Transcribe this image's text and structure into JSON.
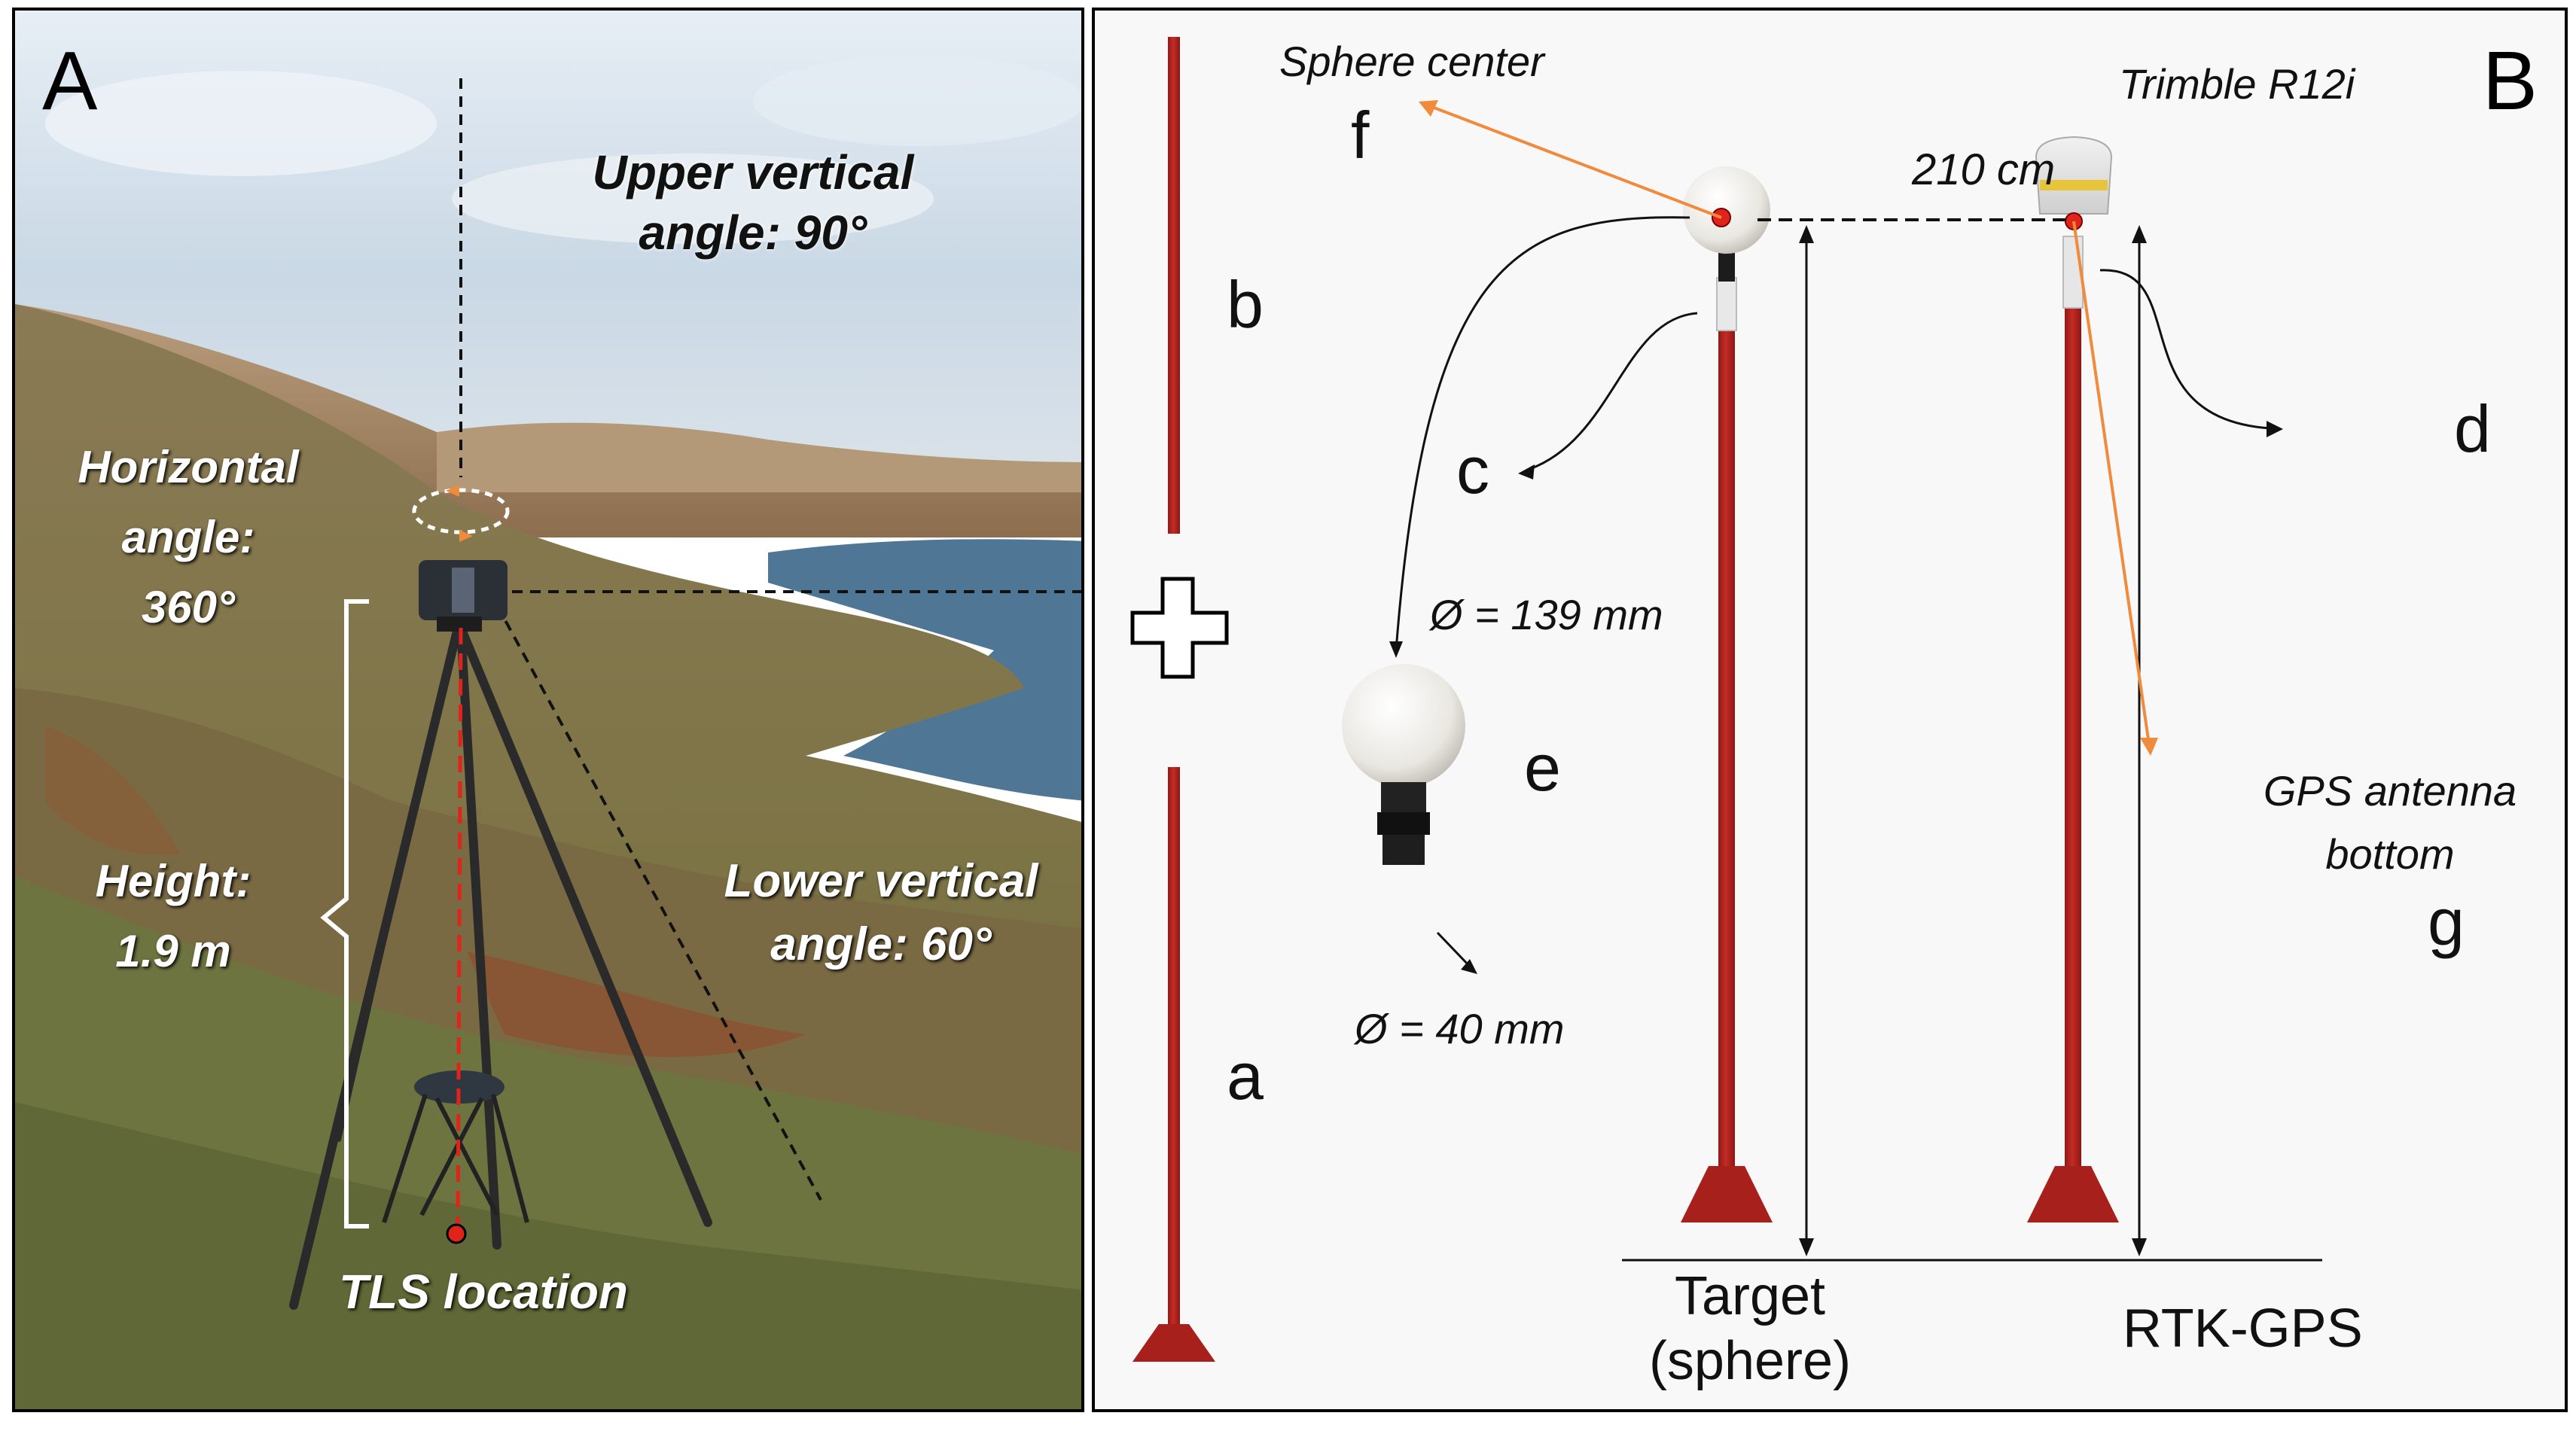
{
  "panel_a": {
    "letter": "A",
    "labels": {
      "upper_vertical_line1": "Upper vertical",
      "upper_vertical_line2": "angle: 90°",
      "horizontal_line1": "Horizontal",
      "horizontal_line2": "angle:",
      "horizontal_line3": "360°",
      "height_line1": "Height:",
      "height_line2": "1.9 m",
      "lower_vertical_line1": "Lower vertical",
      "lower_vertical_line2": "angle: 60°",
      "tls_location": "TLS location"
    }
  },
  "panel_b": {
    "letter": "B",
    "labels": {
      "sphere_center": "Sphere center",
      "trimble": "Trimble R12i",
      "distance": "210 cm",
      "diameter_sphere": "Ø = 139 mm",
      "diameter_base": "Ø = 40 mm",
      "gps_bottom_line1": "GPS antenna",
      "gps_bottom_line2": "bottom",
      "target_line1": "Target",
      "target_line2": "(sphere)",
      "rtk_gps": "RTK-GPS"
    },
    "letters": {
      "a": "a",
      "b": "b",
      "c": "c",
      "d": "d",
      "e": "e",
      "f": "f",
      "g": "g"
    }
  },
  "colors": {
    "pole_red": "#b3231e",
    "arrow_orange": "#f08a3c",
    "marker_red": "#e0241b",
    "sky": "#b9cfe0",
    "sea": "#4f7795",
    "hill": "#a6865f",
    "grass": "#6f7440"
  }
}
